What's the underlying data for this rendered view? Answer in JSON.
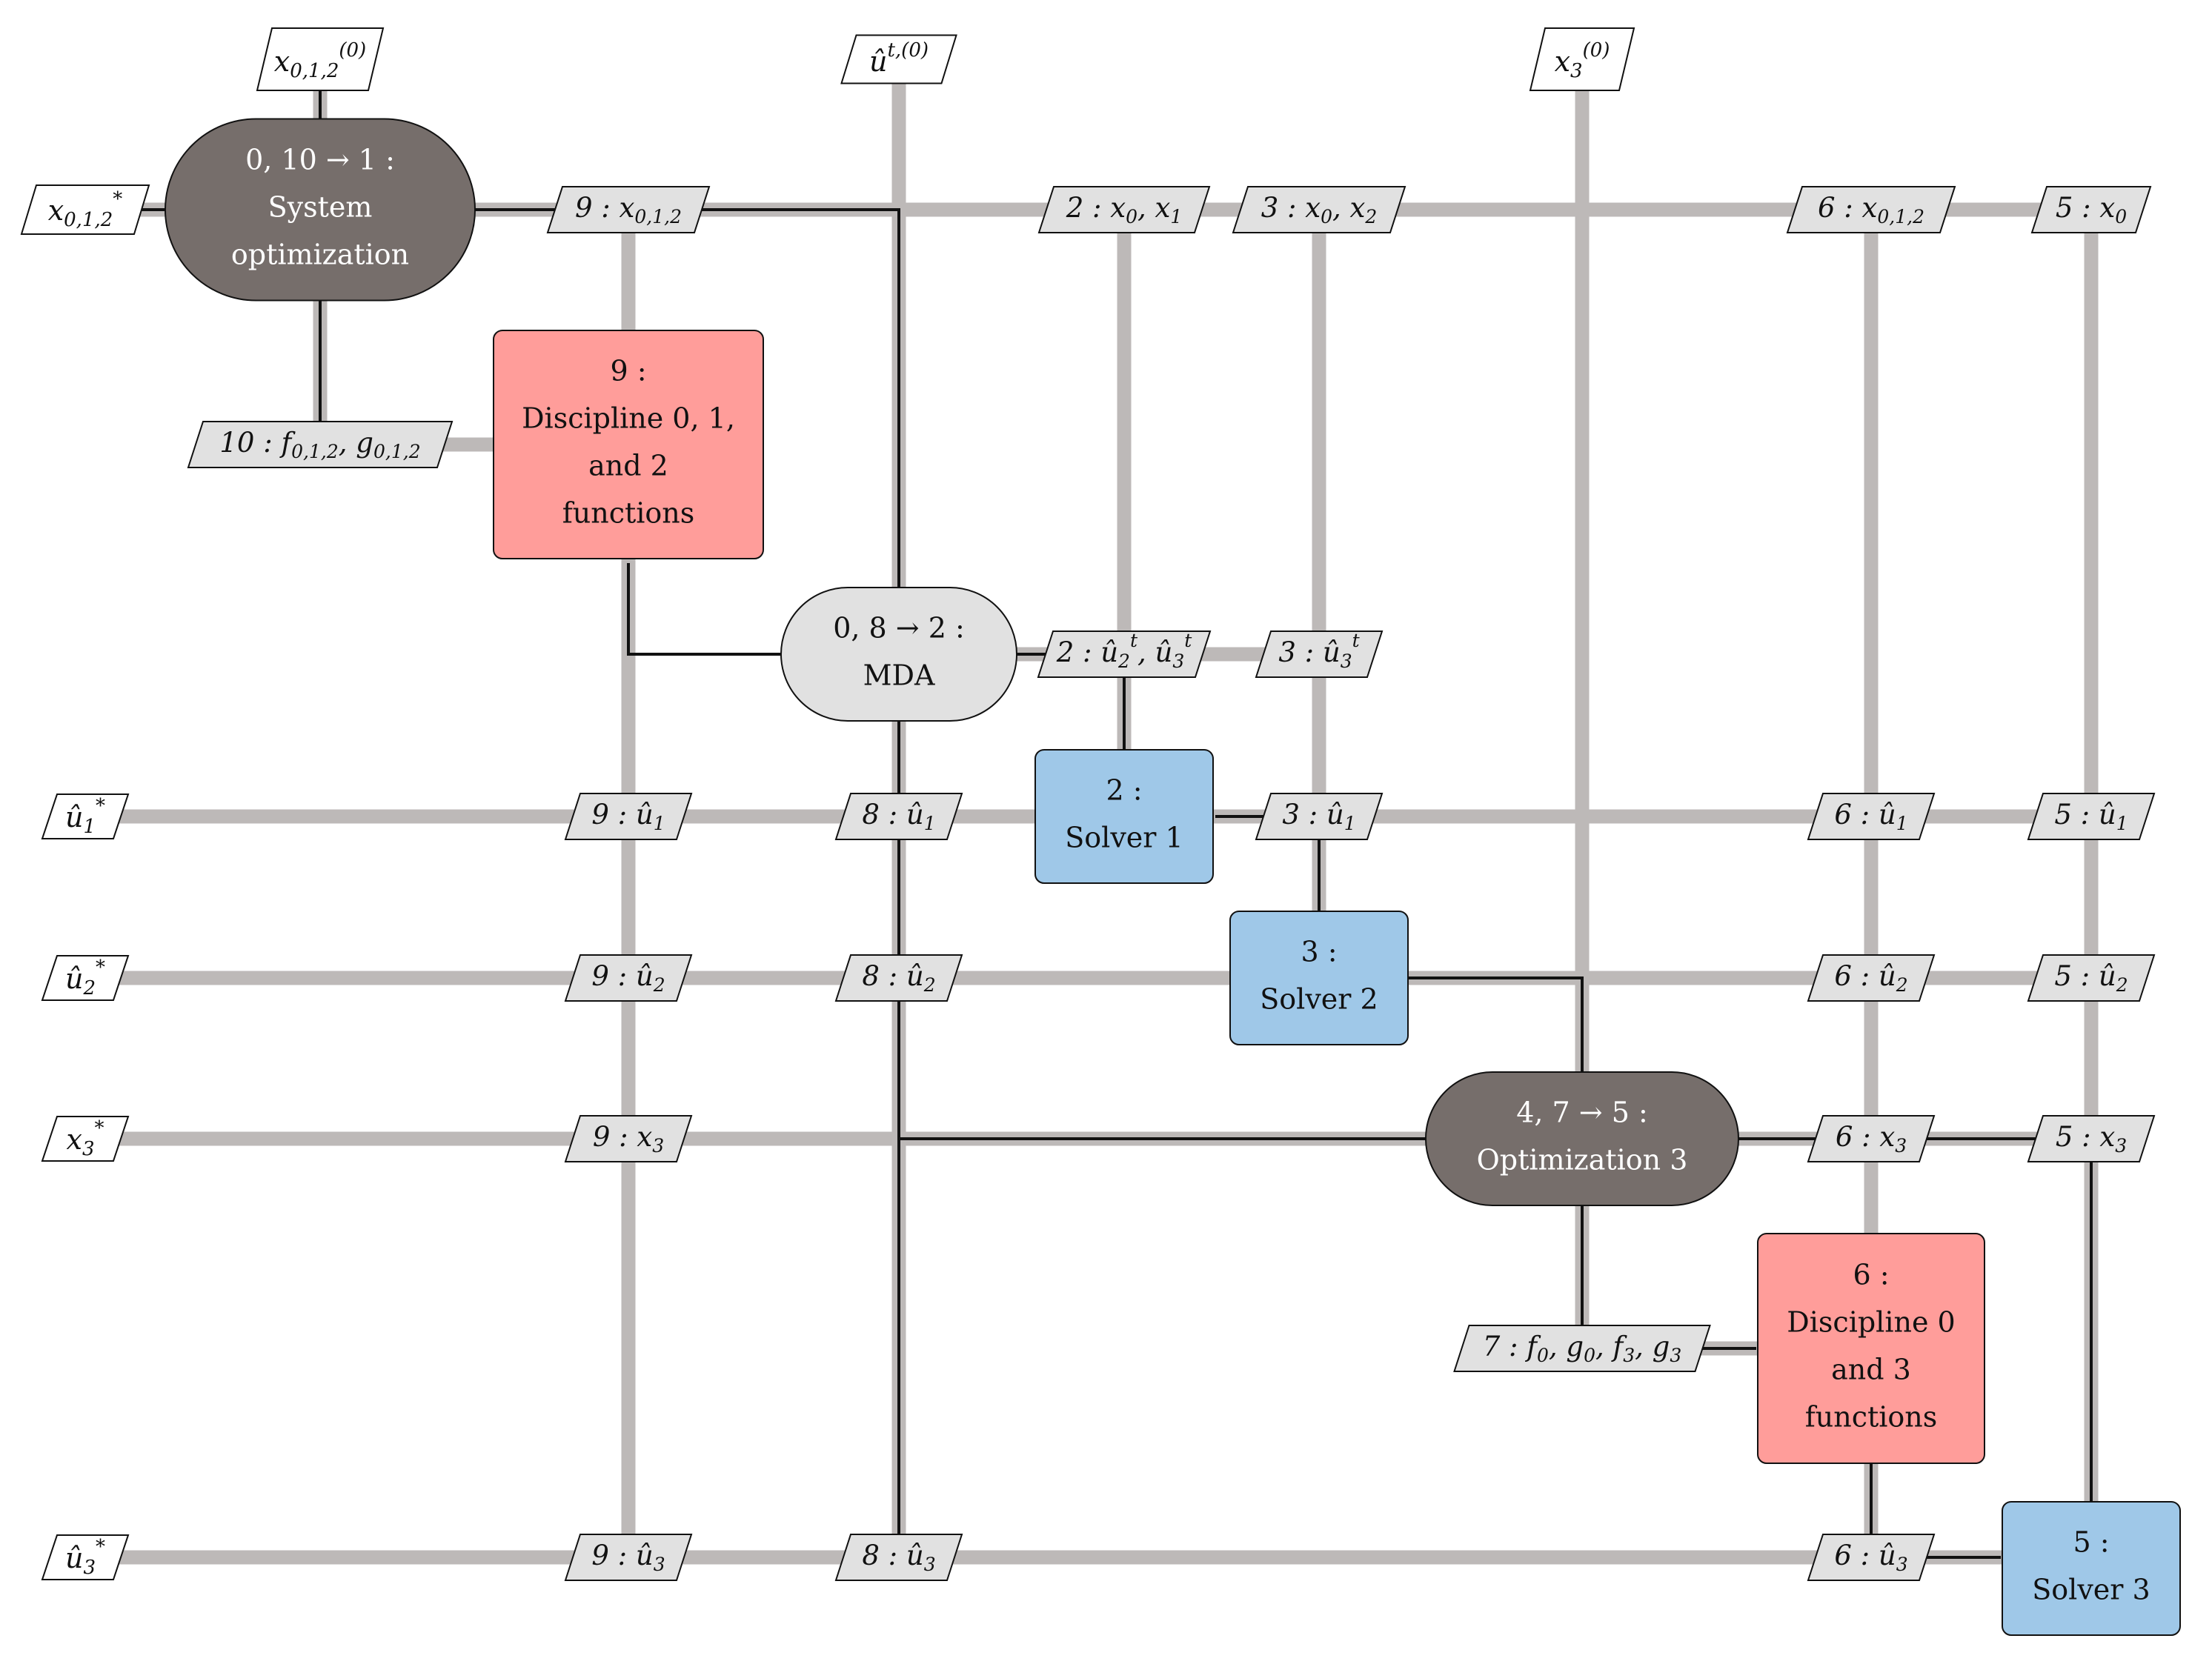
{
  "colors": {
    "optimizer": "#766e6b",
    "mda": "#e1e1e1",
    "function": "#ff9d9a",
    "solver": "#9fc8e8",
    "data": "#e1e1e1",
    "io": "#ffffff",
    "data_line": "#bdb9b8",
    "process_line": "#111111"
  },
  "components": [
    {
      "id": "sys",
      "kind": "optimizer",
      "lines": [
        "0, 10 → 1 :",
        "System",
        "optimization"
      ]
    },
    {
      "id": "disc012",
      "kind": "function",
      "lines": [
        "9 :",
        "Discipline 0, 1,",
        "and 2",
        "functions"
      ]
    },
    {
      "id": "mda",
      "kind": "mda",
      "lines": [
        "0, 8 → 2 :",
        "MDA"
      ]
    },
    {
      "id": "solver1",
      "kind": "solver",
      "lines": [
        "2 :",
        "Solver 1"
      ]
    },
    {
      "id": "solver2",
      "kind": "solver",
      "lines": [
        "3 :",
        "Solver 2"
      ]
    },
    {
      "id": "opt3",
      "kind": "optimizer",
      "lines": [
        "4, 7 → 5 :",
        "Optimization 3"
      ]
    },
    {
      "id": "disc03",
      "kind": "function",
      "lines": [
        "6 :",
        "Discipline 0",
        "and 3",
        "functions"
      ]
    },
    {
      "id": "solver3",
      "kind": "solver",
      "lines": [
        "5 :",
        "Solver 3"
      ]
    }
  ],
  "inputs": [
    {
      "id": "in_x012",
      "text": "x_{0,1,2}^{(0)}"
    },
    {
      "id": "in_ut",
      "text": "û^{t,(0)}"
    },
    {
      "id": "in_x3",
      "text": "x_3^{(0)}"
    }
  ],
  "outputs": [
    {
      "id": "out_x012",
      "text": "x_{0,1,2}^*"
    },
    {
      "id": "out_u1",
      "text": "û_1^*"
    },
    {
      "id": "out_u2",
      "text": "û_2^*"
    },
    {
      "id": "out_x3",
      "text": "x_3^*"
    },
    {
      "id": "out_u3",
      "text": "û_3^*"
    }
  ],
  "data_blocks": [
    {
      "id": "d_9_x012",
      "text": "9 : x_{0,1,2}"
    },
    {
      "id": "d_2_x0x1",
      "text": "2 : x_0, x_1"
    },
    {
      "id": "d_3_x0x2",
      "text": "3 : x_0, x_2"
    },
    {
      "id": "d_6_x012",
      "text": "6 : x_{0,1,2}"
    },
    {
      "id": "d_5_x0",
      "text": "5 : x_0"
    },
    {
      "id": "d_10_fg",
      "text": "10 : f_{0,1,2}, g_{0,1,2}"
    },
    {
      "id": "d_2_ut",
      "text": "2 : û_2^t, û_3^t"
    },
    {
      "id": "d_3_ut",
      "text": "3 : û_3^t"
    },
    {
      "id": "d_9_u1",
      "text": "9 : û_1"
    },
    {
      "id": "d_8_u1",
      "text": "8 : û_1"
    },
    {
      "id": "d_3_u1",
      "text": "3 : û_1"
    },
    {
      "id": "d_6_u1",
      "text": "6 : û_1"
    },
    {
      "id": "d_5_u1",
      "text": "5 : û_1"
    },
    {
      "id": "d_9_u2",
      "text": "9 : û_2"
    },
    {
      "id": "d_8_u2",
      "text": "8 : û_2"
    },
    {
      "id": "d_6_u2",
      "text": "6 : û_2"
    },
    {
      "id": "d_5_u2",
      "text": "5 : û_2"
    },
    {
      "id": "d_9_x3",
      "text": "9 : x_3"
    },
    {
      "id": "d_6_x3",
      "text": "6 : x_3"
    },
    {
      "id": "d_5_x3",
      "text": "5 : x_3"
    },
    {
      "id": "d_7_fg",
      "text": "7 : f_0, g_0, f_3, g_3"
    },
    {
      "id": "d_9_u3",
      "text": "9 : û_3"
    },
    {
      "id": "d_8_u3",
      "text": "8 : û_3"
    },
    {
      "id": "d_6_u3",
      "text": "6 : û_3"
    }
  ]
}
